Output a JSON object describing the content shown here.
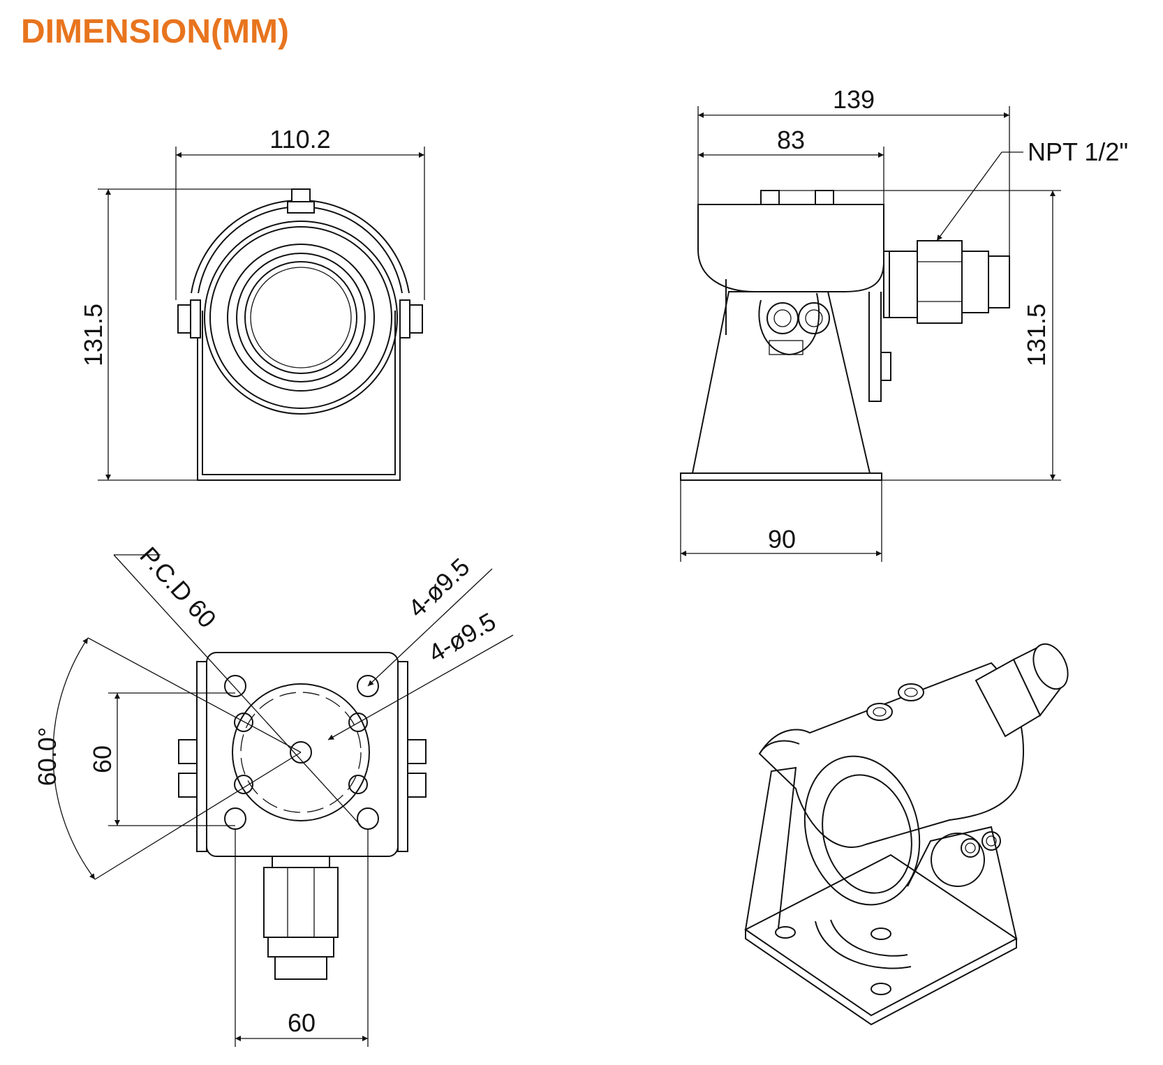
{
  "title": "DIMENSION(MM)",
  "colors": {
    "title": "#E8741E",
    "line": "#111111",
    "background": "#FFFFFF"
  },
  "front_view": {
    "width": "110.2",
    "height": "131.5"
  },
  "side_view": {
    "total_length": "139",
    "housing_length": "83",
    "base_length": "90",
    "height": "131.5",
    "thread_label": "NPT 1/2\""
  },
  "bottom_view": {
    "pcd_label": "P.C.D 60",
    "hole_label_1": "4-ø9.5",
    "hole_label_2": "4-ø9.5",
    "angle": "60.0°",
    "hole_spacing_vertical": "60",
    "hole_spacing_horizontal": "60"
  }
}
